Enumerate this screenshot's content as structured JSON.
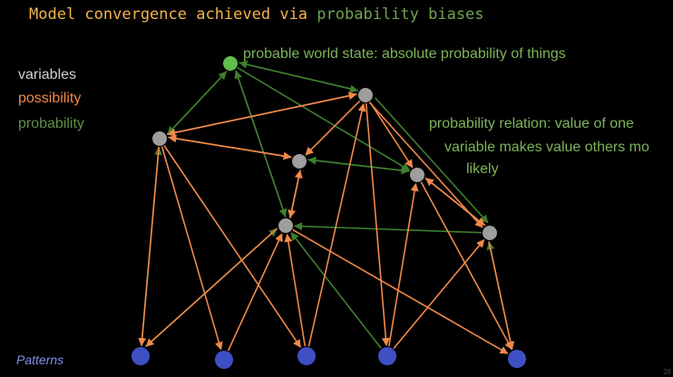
{
  "slide": {
    "title_prefix": "Model convergence achieved via",
    "title_highlight": "probability biases",
    "page_number": "28"
  },
  "legend": [
    {
      "label": "variables",
      "color": "#d0d0d0"
    },
    {
      "label": "possibility",
      "color": "#f08a4b"
    },
    {
      "label": "probability",
      "color": "#5f8f45"
    }
  ],
  "annotations": {
    "world_state": "probable world state: absolute probability of things",
    "relation_line1": "probability relation: value of one",
    "relation_line2": "variable makes value others mo",
    "relation_line3": "likely",
    "patterns": "Patterns"
  },
  "colors": {
    "possibility": "#f08a4b",
    "probability": "#3f7f2e",
    "variable_node": "#9e9e9e",
    "world_node": "#5fbf4a",
    "pattern_node": "#3f4fc4",
    "title_prefix": "#f3b44d",
    "title_highlight": "#6fa553",
    "annotation": "#7db35a",
    "patterns_label": "#7f8fe6"
  }
}
